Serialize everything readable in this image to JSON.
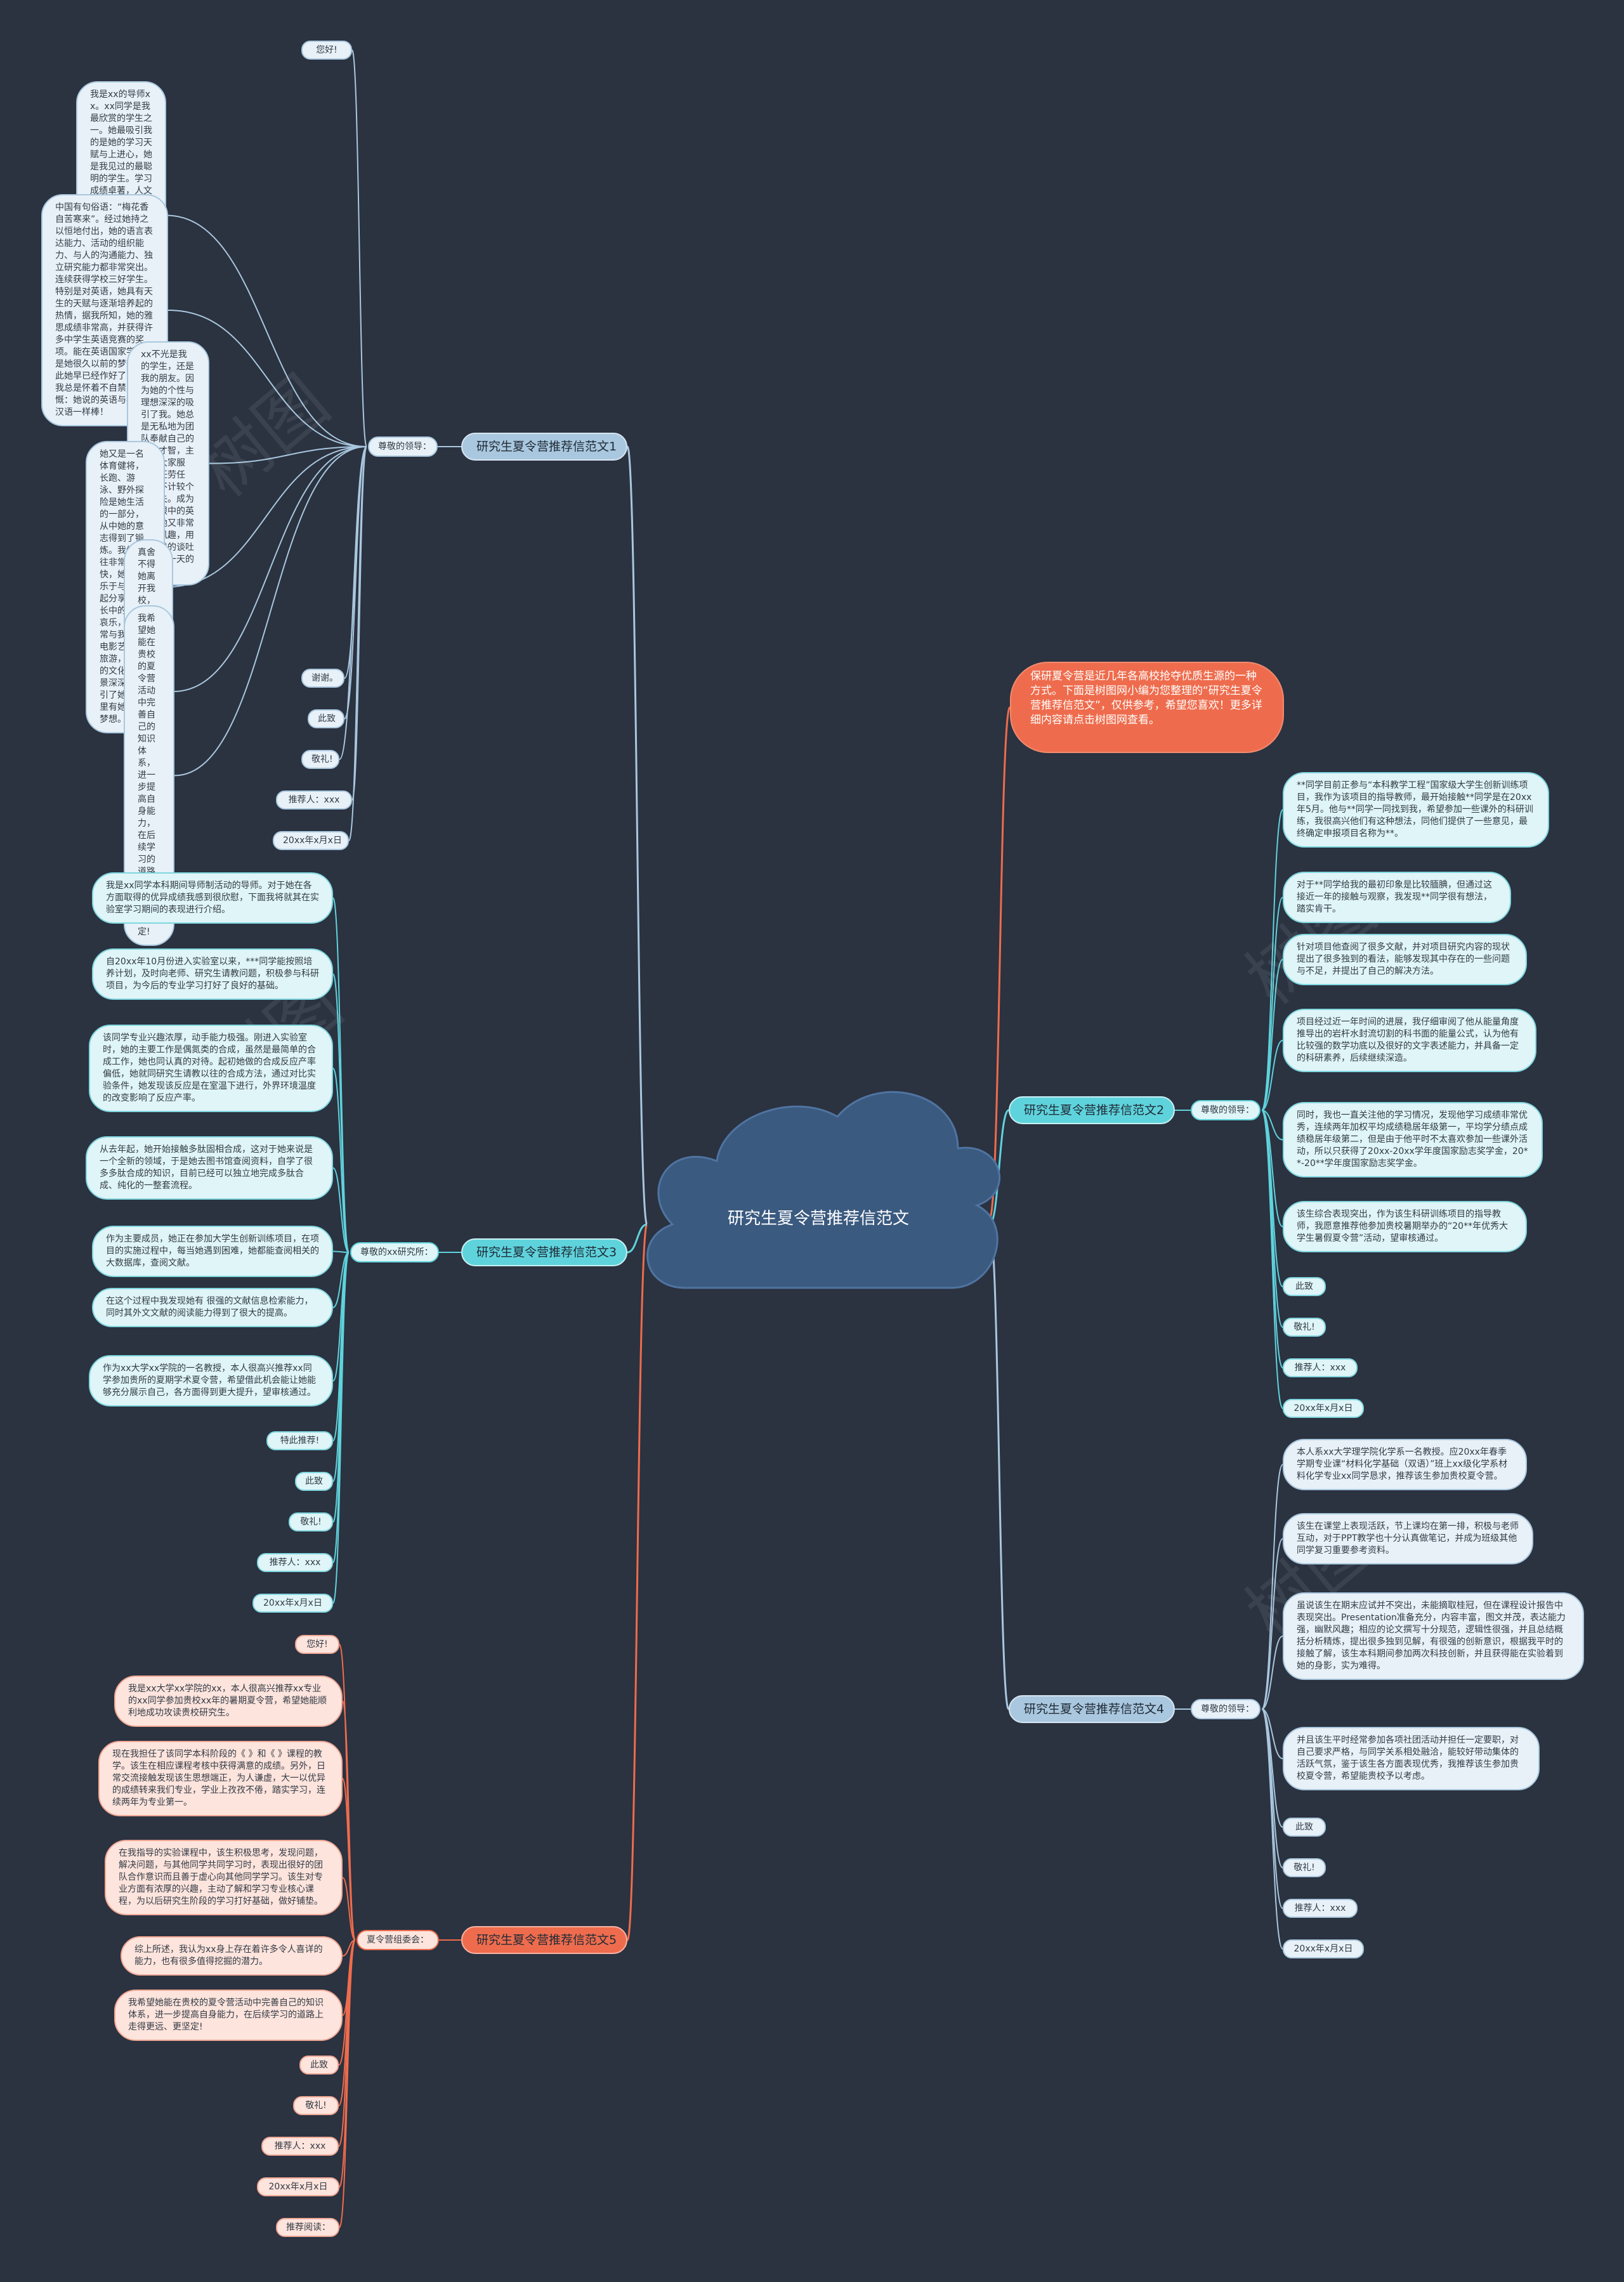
{
  "colors": {
    "background": "#2b3240",
    "center": "#3b5a80",
    "link_blue": "#a9c7de",
    "link_cyan": "#5fd3dc",
    "link_salmon": "#ee6c4d"
  },
  "center": {
    "title": "研究生夏令营推荐信范文"
  },
  "intro": {
    "text": "保研夏令营是近几年各高校抢夺优质生源的一种方式。下面是树图网小编为您整理的“研究生夏令营推荐信范文”，仅供参考，希望您喜欢！更多详细内容请点击树图网查看。"
  },
  "branches": [
    {
      "id": "b1",
      "title": "研究生夏令营推荐信范文1",
      "label": "尊敬的领导：",
      "leaves": [
        "您好!",
        "我是xx的导师xx。xx同学是我最欣赏的学生之一。她最吸引我的是她的学习天赋与上进心，她是我见过的最聪明的学生。学习成绩卓著，人文科学与自然科学同样精通。更为难得的是她从不居自傲大，自以为是。依旧刻苦地对待每一项学习任务，力争成为整个团队中的佼佼者。体现了她对自己和爱她的人负责的态度。",
        "中国有句俗语：“梅花香自苦寒来”。经过她持之以恒地付出，她的语言表达能力、活动的组织能力、与人的沟通能力、独立研究能力都非常突出。连续获得学校三好学生。特别是对英语，她具有天生的天赋与逐渐培养起的热情，据我所知，她的雅思成绩非常高，并获得许多中学生英语竞赛的奖项。能在英语国家学习，是她很久以前的梦想。为此她早已经作好了准备。我总是怀着不自禁的感慨：她说的英语与我说的汉语一样棒！",
        "xx不光是我的学生，还是我的朋友。因为她的个性与理想深深的吸引了我。她总是无私地为团队奉献自己的聪明才智，主动为大家服务，任劳任怨，不计较个人得失。成为我们眼中的英雄。她又非常幽默风趣，用她繁美的谈吐给大家一天的好心情。",
        "她又是一名体育健将，长跑、游泳、野外探险是她生活的一部分，从中她的意志得到了锻炼。我们交往非常愉快，她特别乐于与我一起分享她成长中的喜怒哀乐，还常常与我谈论电影艺术和旅游，美国的文化与风景深深地吸引了她，那里有她一个梦想。",
        "真舍不得她离开我校，但我尊重她的选择，相信她会学有所成，正如我相信我们的友谊天长地久一样。",
        "我希望她能在贵校的夏令营活动中完善自己的知识体系，进一步提高自身能力，在后续学习的道路上走得更远、更坚定!",
        "谢谢。",
        "此致",
        "敬礼!",
        "推荐人：xxx",
        "20xx年x月x日"
      ]
    },
    {
      "id": "b3",
      "title": "研究生夏令营推荐信范文3",
      "label": "尊敬的xx研究所：",
      "leaves": [
        "我是xx同学本科期间导师制活动的导师。对于她在各方面取得的优异成绩我感到很欣慰，下面我将就其在实验室学习期间的表现进行介绍。",
        "自20xx年10月份进入实验室以来，***同学能按照培养计划，及时向老师、研究生请教问题，积极参与科研项目，为今后的专业学习打好了良好的基础。",
        "该同学专业兴趣浓厚，动手能力极强。刚进入实验室时，她的主要工作是偶氮类的合成，虽然是最简单的合成工作，她也同认真的对待。起初她做的合成反应产率偏低，她就同研究生请教以往的合成方法，通过对比实验条件，她发现该反应是在室温下进行，外界环境温度的改变影响了反应产率。",
        "从去年起，她开始接触多肽固相合成，这对于她来说是一个全新的领域，于是她去图书馆查阅资料，自学了很多多肽合成的知识，目前已经可以独立地完成多肽合成、纯化的一整套流程。",
        "作为主要成员，她正在参加大学生创新训练项目，在项目的实施过程中，每当她遇到困难，她都能查阅相关的大数据库，查阅文献。",
        "在这个过程中我发现她有 很强的文献信息检索能力，同时其外文文献的阅读能力得到了很大的提高。",
        "作为xx大学xx学院的一名教授，本人很高兴推荐xx同学参加贵所的夏期学术夏令营，希望借此机会能让她能够充分展示自己，各方面得到更大提升，望审核通过。",
        "特此推荐!",
        "此致",
        "敬礼!",
        "推荐人：xxx",
        "20xx年x月x日"
      ]
    },
    {
      "id": "b5",
      "title": "研究生夏令营推荐信范文5",
      "label": "夏令营组委会：",
      "leaves": [
        "您好!",
        "我是xx大学xx学院的xx，本人很高兴推荐xx专业的xx同学参加贵校xx年的暑期夏令营，希望她能顺利地成功攻读贵校研究生。",
        "现在我担任了该同学本科阶段的《 》和《 》课程的教学。该生在相应课程考核中获得满意的成绩。另外，日常交流接触发现该生思想端正，为人谦虚，大一以优异的成绩转来我们专业，学业上孜孜不倦，踏实学习，连续两年为专业第一。",
        "在我指导的实验课程中，该生积极思考，发现问题，解决问题，与其他同学共同学习时，表现出很好的团队合作意识而且善于虚心向其他同学学习。该生对专业方面有浓厚的兴趣，主动了解和学习专业核心课程，为以后研究生阶段的学习打好基础，做好铺垫。",
        "综上所述，我认为xx身上存在着许多令人喜详的能力，也有很多值得挖掘的潜力。",
        "我希望她能在贵校的夏令营活动中完善自己的知识体系，进一步提高自身能力，在后续学习的道路上走得更远、更坚定!",
        "此致",
        "敬礼!",
        "推荐人：xxx",
        "20xx年x月x日",
        "推荐阅读："
      ]
    },
    {
      "id": "b2",
      "title": "研究生夏令营推荐信范文2",
      "label": "尊敬的领导：",
      "leaves": [
        "**同学目前正参与“本科教学工程”国家级大学生创新训练项目，我作为该项目的指导教师，最开始接触**同学是在20xx年5月。他与**同学一同找到我，希望参加一些课外的科研训练，我很高兴他们有这种想法，同他们提供了一些意见，最终确定申报项目名称为**。",
        "对于**同学给我的最初印象是比较腼腆，但通过这接近一年的接触与观察，我发现**同学很有想法，踏实肯干。",
        "针对项目他查阅了很多文献，并对项目研究内容的现状提出了很多独到的看法，能够发现其中存在的一些问题与不足，并提出了自己的解决方法。",
        "项目经过近一年时间的进展，我仔细审阅了他从能量角度推导出的岩杆水封流切割的科书面的能量公式，认为他有比较强的数学功底以及很好的文字表述能力，并具备一定的科研素养，后续继续深造。",
        "同时，我也一直关注他的学习情况，发现他学习成绩非常优秀，连续两年加权平均成绩稳居年级第一，平均学分绩点成绩稳居年级第二，但是由于他平时不太喜欢参加一些课外活动，所以只获得了20xx-20xx学年度国家励志奖学金，20**-20**学年度国家励志奖学金。",
        "该生综合表现突出，作为该生科研训练项目的指导教师，我愿意推荐他参加贵校暑期举办的“20**年优秀大学生暑假夏令营”活动，望审核通过。",
        "此致",
        "敬礼!",
        "推荐人：xxx",
        "20xx年x月x日"
      ]
    },
    {
      "id": "b4",
      "title": "研究生夏令营推荐信范文4",
      "label": "尊敬的领导：",
      "leaves": [
        "本人系xx大学理学院化学系一名教授。应20xx年春季学期专业课“材料化学基础（双语）”班上xx级化学系材料化学专业xx同学恳求，推荐该生参加贵校夏令营。",
        "该生在课堂上表现活跃，节上课均在第一排，积极与老师互动，对于PPT教学也十分认真做笔记，并成为班级其他同学复习重要参考资料。",
        "虽说该生在期末应试并不突出，未能摘取桂冠，但在课程设计报告中表现突出。Presentation准备充分，内容丰富，图文并茂，表达能力强，幽默风趣；相应的论文撰写十分规范，逻辑性很强，并且总结概括分析精炼，提出很多独到见解，有很强的创新意识，根据我平时的接触了解，该生本科期间参加两次科技创新，并且获得能在实验着到她的身影，实为难得。",
        "并且该生平时经常参加各项社团活动并担任一定要职，对自己要求严格，与同学关系相处融洽，能较好带动集体的活跃气氛，鉴于该生各方面表现优秀，我推荐该生参加贵校夏令营，希望能贵校予以考虑。",
        "此致",
        "敬礼!",
        "推荐人：xxx",
        "20xx年x月x日"
      ]
    }
  ]
}
